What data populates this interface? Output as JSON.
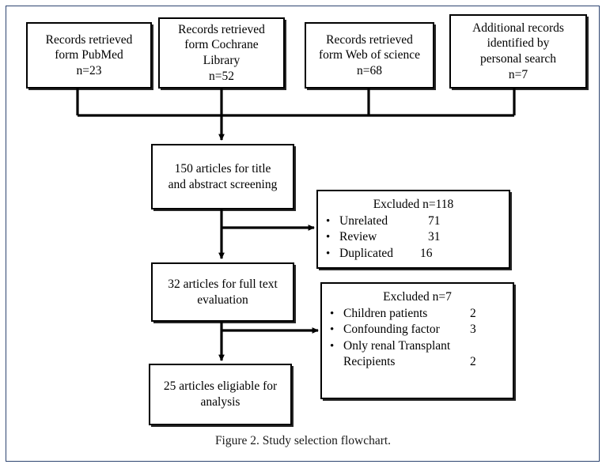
{
  "figure": {
    "caption": "Figure 2. Study selection flowchart.",
    "frame_color": "#2d4470",
    "box_border_color": "#000000",
    "text_color": "#000000"
  },
  "sources": [
    {
      "name": "pubmed",
      "line1": "Records retrieved",
      "line2": "form PubMed",
      "line3": "n=23",
      "line4": ""
    },
    {
      "name": "cochrane",
      "line1": "Records retrieved",
      "line2": "form Cochrane",
      "line3": "Library",
      "line4": "n=52"
    },
    {
      "name": "wos",
      "line1": "Records retrieved",
      "line2": "form Web of science",
      "line3": "n=68",
      "line4": ""
    },
    {
      "name": "personal",
      "line1": "Additional records",
      "line2": "identified by",
      "line3": "personal search",
      "line4": "n=7"
    }
  ],
  "stages": {
    "screening": {
      "line1": "150 articles for title",
      "line2": "and abstract screening"
    },
    "fulltext": {
      "line1": "32 articles for full text",
      "line2": "evaluation"
    },
    "included": {
      "line1": "25 articles eligiable for",
      "line2": "analysis"
    }
  },
  "exclusions": [
    {
      "name": "excluded-screening",
      "title": "Excluded n=118",
      "items": [
        {
          "label": "Unrelated",
          "count": "71"
        },
        {
          "label": "Review",
          "count": "31"
        },
        {
          "label": "Duplicated",
          "count": "16"
        }
      ]
    },
    {
      "name": "excluded-fulltext",
      "title": "Excluded  n=7",
      "items": [
        {
          "label": "Children patients",
          "count": "2"
        },
        {
          "label": "Confounding factor",
          "count": "3"
        },
        {
          "label": "Only renal Transplant",
          "count": ""
        },
        {
          "label": "Recipients",
          "count": "2",
          "continuation": true
        }
      ]
    }
  ]
}
